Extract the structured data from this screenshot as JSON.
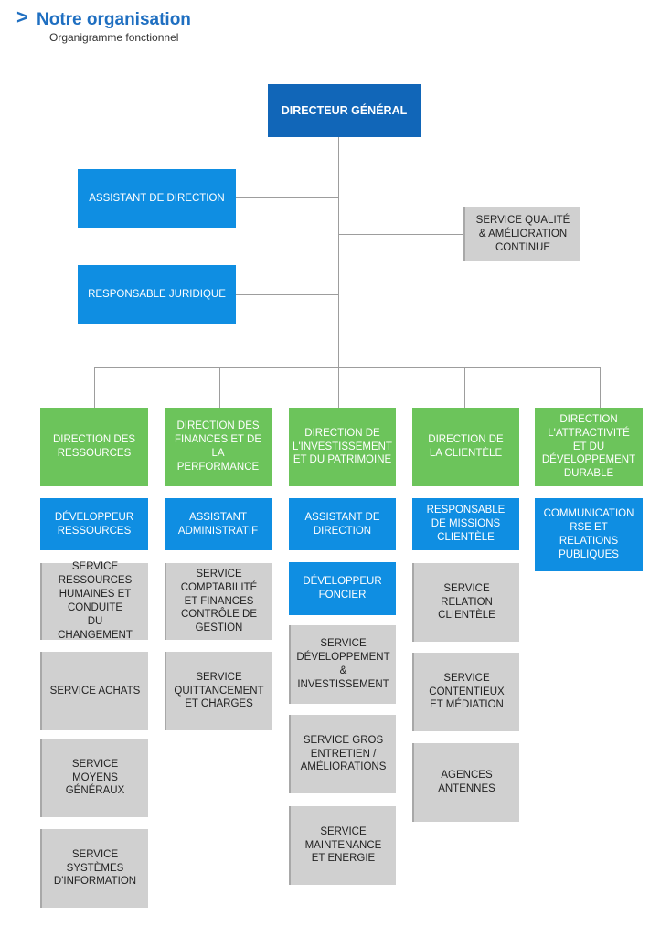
{
  "header": {
    "arrow": ">",
    "title": "Notre organisation",
    "subtitle": "Organigramme fonctionnel"
  },
  "chart": {
    "top": "DIRECTEUR GÉNÉRAL",
    "staff": {
      "assistant": "ASSISTANT DE DIRECTION",
      "quality": "SERVICE QUALITÉ\n& AMÉLIORATION\nCONTINUE",
      "legal": "RESPONSABLE JURIDIQUE"
    },
    "columns": [
      {
        "direction": "DIRECTION  DES\nRESSOURCES",
        "lead": "DÉVELOPPEUR\nRESSOURCES",
        "services": [
          "SERVICE\nRESSOURCES\nHUMAINES ET\nCONDUITE\nDU CHANGEMENT",
          "SERVICE ACHATS",
          "SERVICE MOYENS\nGÉNÉRAUX",
          "SERVICE SYSTÈMES\nD'INFORMATION"
        ]
      },
      {
        "direction": "DIRECTION DES\nFINANCES ET DE\nLA PERFORMANCE",
        "lead": "ASSISTANT\nADMINISTRATIF",
        "services": [
          "SERVICE\nCOMPTABILITÉ\nET FINANCES\nCONTRÔLE DE\nGESTION",
          "SERVICE\nQUITTANCEMENT\nET CHARGES"
        ]
      },
      {
        "direction": "DIRECTION  DE\nL'INVESTISSEMENT\nET DU PATRIMOINE",
        "lead": "ASSISTANT DE\nDIRECTION",
        "lead2": "DÉVELOPPEUR\nFONCIER",
        "services": [
          "SERVICE\nDÉVELOPPEMENT\n&\nINVESTISSEMENT",
          "SERVICE GROS\nENTRETIEN /\nAMÉLIORATIONS",
          "SERVICE\nMAINTENANCE\nET ENERGIE"
        ]
      },
      {
        "direction": "DIRECTION DE\nLA CLIENTÈLE",
        "lead": "RESPONSABLE\nDE MISSIONS\nCLIENTÈLE",
        "services": [
          "SERVICE RELATION\nCLIENTÈLE",
          "SERVICE\nCONTENTIEUX\nET MÉDIATION",
          "AGENCES\nANTENNES"
        ]
      },
      {
        "direction": "DIRECTION\nL'ATTRACTIVITÉ\nET DU\nDÉVELOPPEMENT\nDURABLE",
        "lead": "COMMUNICATION\nRSE ET\nRELATIONS\nPUBLIQUES",
        "services": []
      }
    ]
  },
  "colors": {
    "title": "#1f6fc1",
    "top_box": "#1166b8",
    "blue_box": "#0f8ee2",
    "green_box": "#6cc45b",
    "gray_box": "#d0d0d0",
    "connector": "#9d9d9d"
  }
}
